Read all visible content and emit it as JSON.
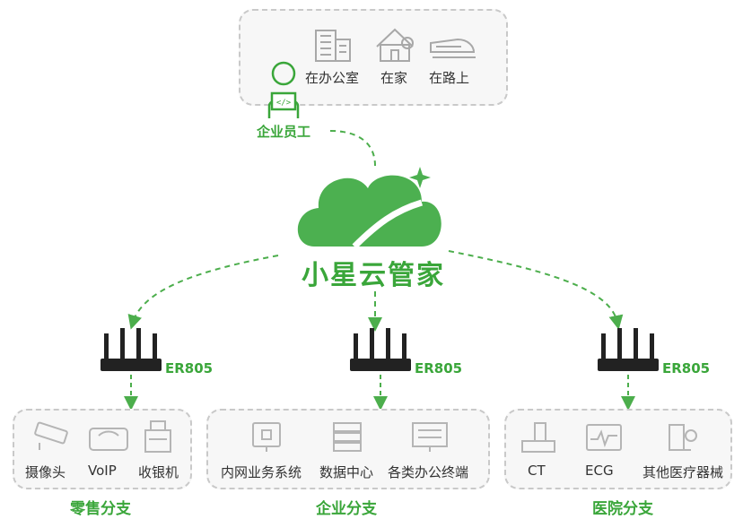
{
  "top": {
    "places": [
      "在办公室",
      "在家",
      "在路上"
    ],
    "employee_label": "企业员工"
  },
  "center": {
    "brand": "小星云管家"
  },
  "branches": [
    {
      "model": "ER805",
      "devices": [
        "摄像头",
        "VoIP",
        "收银机"
      ],
      "name": "零售分支"
    },
    {
      "model": "ER805",
      "devices": [
        "内网业务系统",
        "数据中心",
        "各类办公终端"
      ],
      "name": "企业分支"
    },
    {
      "model": "ER805",
      "devices": [
        "CT",
        "ECG",
        "其他医疗器械"
      ],
      "name": "医院分支"
    }
  ],
  "colors": {
    "accent": "#3aa63a",
    "icon_gray": "#b5b5b5",
    "dash": "#c9c9c9"
  }
}
